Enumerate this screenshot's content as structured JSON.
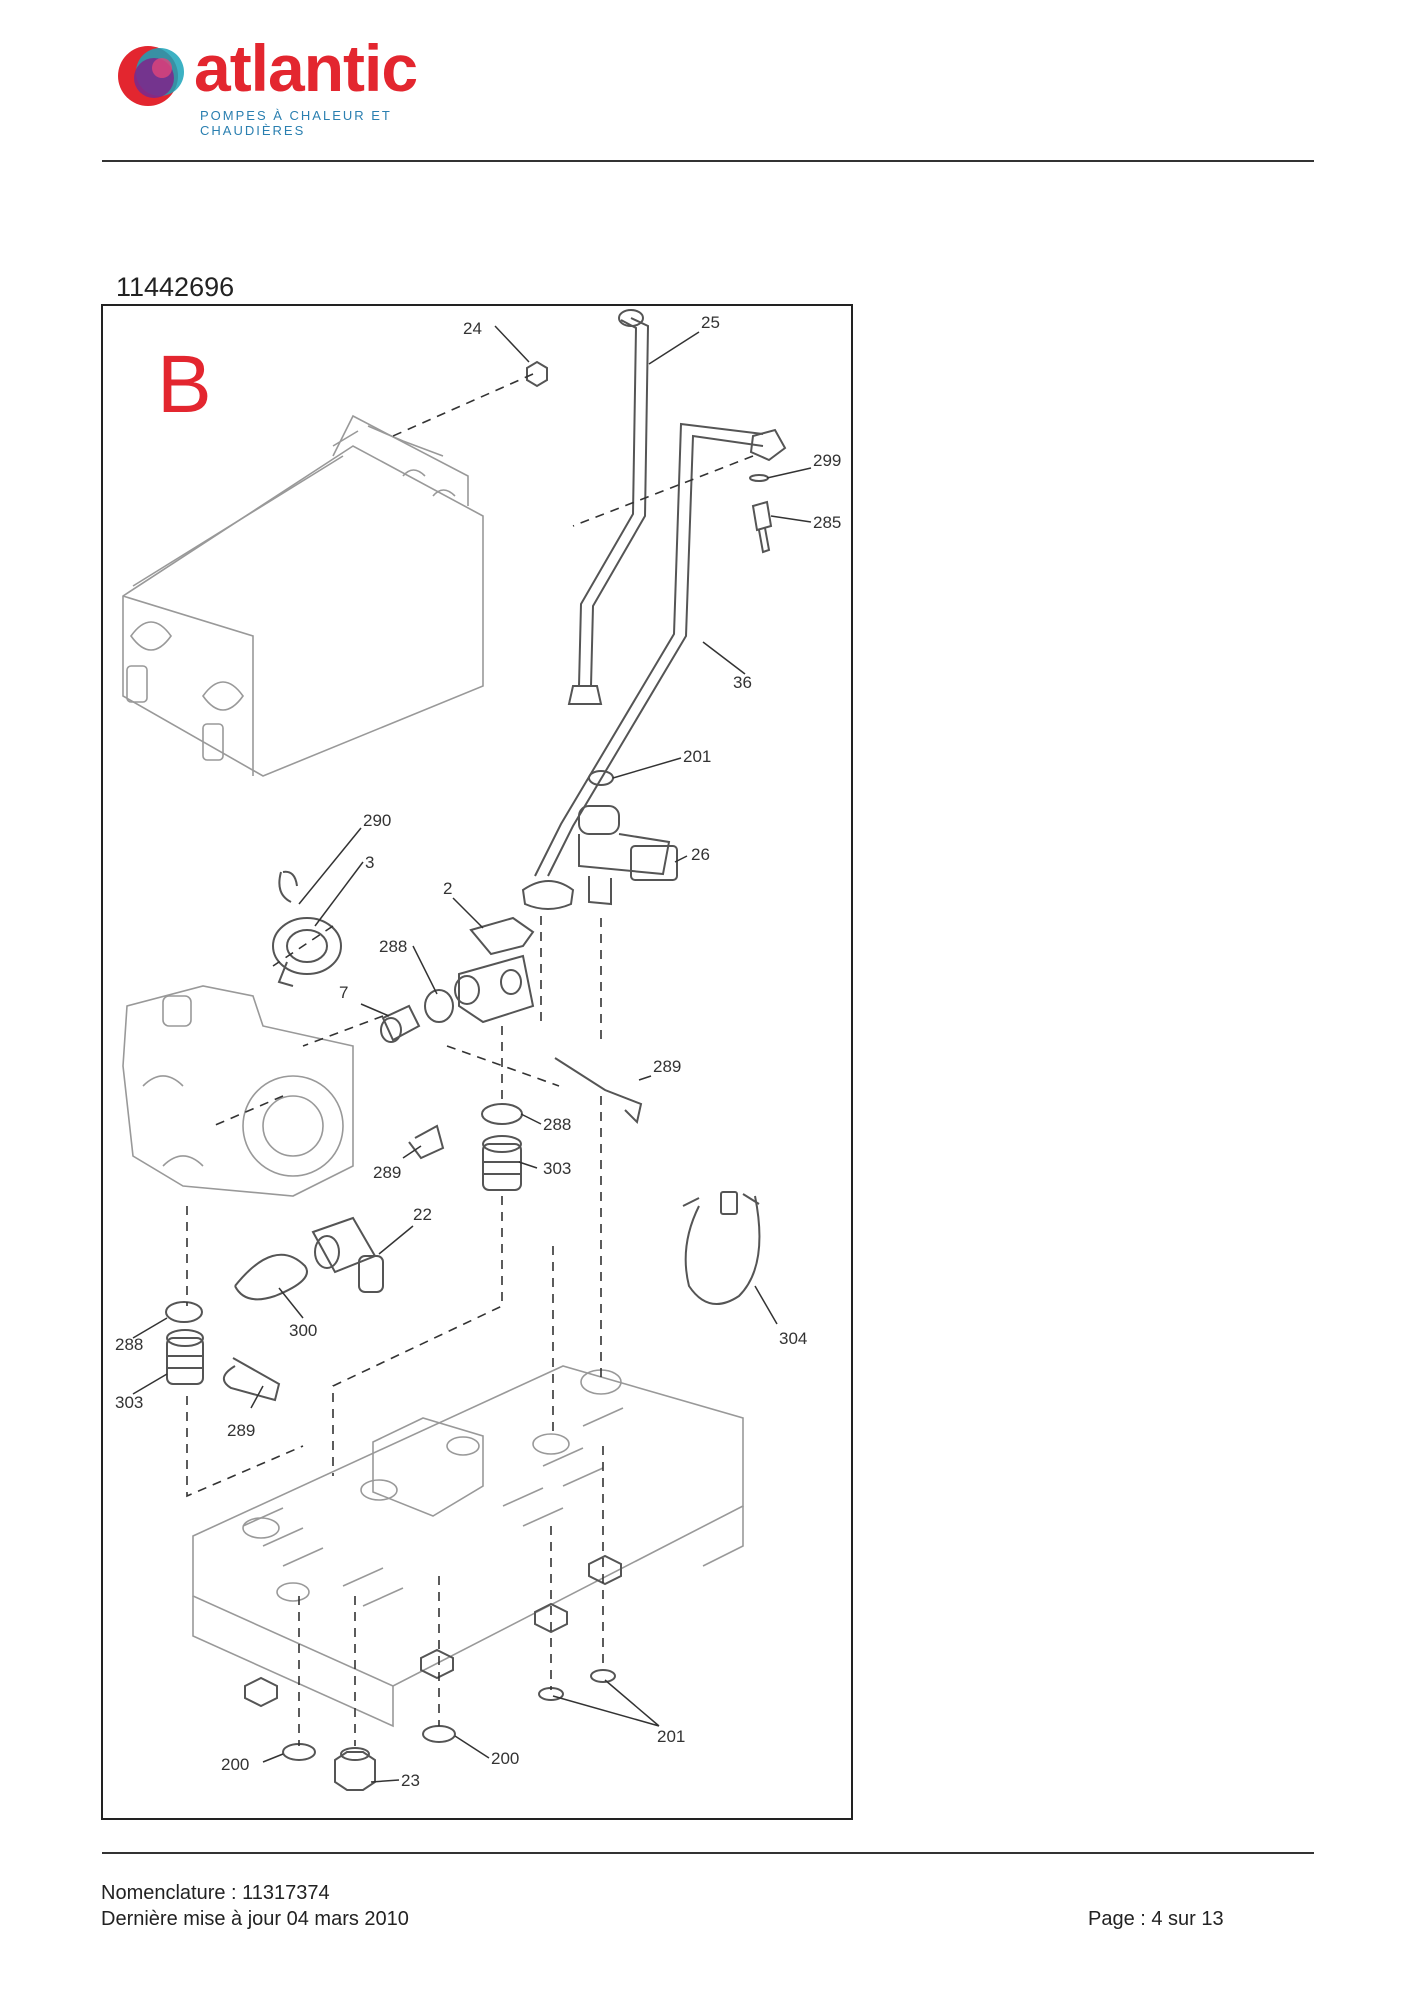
{
  "header": {
    "brand_name": "atlantic",
    "brand_tagline": "POMPES À CHALEUR ET CHAUDIÈRES",
    "colors": {
      "brand_red": "#e3262f",
      "logo_purple": "#7b2a8c",
      "logo_teal": "#1aa3b8",
      "tagline_blue": "#2a7fb0"
    }
  },
  "document": {
    "reference": "11442696",
    "section_letter": "B"
  },
  "diagram": {
    "callouts": [
      "24",
      "25",
      "299",
      "285",
      "36",
      "201",
      "26",
      "290",
      "3",
      "2",
      "288",
      "7",
      "289",
      "288",
      "303",
      "289",
      "22",
      "300",
      "288",
      "303",
      "289",
      "304",
      "201",
      "200",
      "200",
      "23"
    ]
  },
  "footer": {
    "nomenclature": "Nomenclature : 11317374",
    "last_update": "Dernière mise à jour 04 mars 2010",
    "page": "Page : 4 sur 13"
  }
}
